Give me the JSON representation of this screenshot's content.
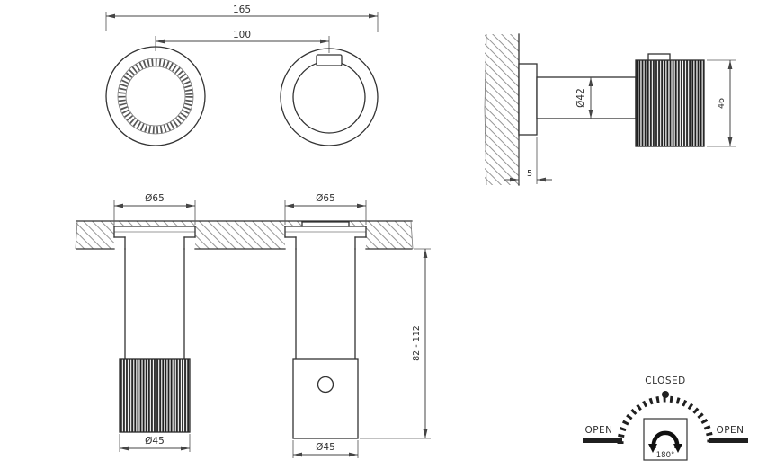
{
  "drawing": {
    "front_view": {
      "dim_overall_width": "165",
      "dim_center_distance": "100"
    },
    "side_view": {
      "dim_stem_diameter": "Ø42",
      "dim_knob_length": "46",
      "dim_flange_thickness": "5"
    },
    "section_view": {
      "dim_left_flange_diameter": "Ø65",
      "dim_right_flange_diameter": "Ø65",
      "dim_left_handle_diameter": "Ø45",
      "dim_right_handle_diameter": "Ø45",
      "dim_installation_depth_range": "82 - 112"
    },
    "rotation_diagram": {
      "closed_label": "CLOSED",
      "open_left_label": "OPEN",
      "open_right_label": "OPEN",
      "angle_label": "180°"
    },
    "colors": {
      "line_color": "#333333",
      "dim_color": "#454545",
      "background": "#ffffff"
    }
  }
}
